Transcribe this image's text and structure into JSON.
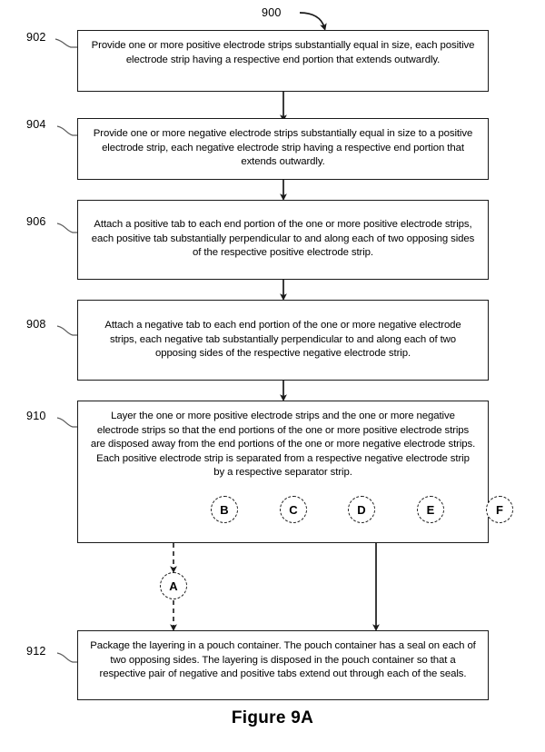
{
  "figure": {
    "diagram_number": "900",
    "caption": "Figure 9A"
  },
  "steps": [
    {
      "ref": "902",
      "text": "Provide one or more positive electrode strips substantially equal in size, each positive electrode strip having a respective end portion that extends outwardly."
    },
    {
      "ref": "904",
      "text": "Provide one or more negative electrode strips substantially equal in size to a positive electrode strip, each negative electrode strip having a respective end portion that extends outwardly."
    },
    {
      "ref": "906",
      "text": "Attach a positive tab to each end portion of the one or more positive electrode strips, each positive tab substantially perpendicular to and along each of two opposing sides of the respective positive electrode strip."
    },
    {
      "ref": "908",
      "text": "Attach a negative tab to each end portion of the one or more negative electrode strips, each negative tab substantially perpendicular to and along each of two opposing sides of the respective negative electrode strip."
    },
    {
      "ref": "910",
      "text": "Layer the one or more positive electrode strips and the one or more negative electrode strips so that the end portions of the one or more positive electrode strips are disposed away from the end portions of the one or more negative electrode strips.  Each positive electrode strip is separated from a respective negative electrode strip by a respective separator strip."
    },
    {
      "ref": "912",
      "text": "Package the layering in a pouch container.  The pouch container has a seal on each of two opposing sides.  The layering is disposed in the pouch container so that a respective pair of negative and positive tabs extend out through each of the seals."
    }
  ],
  "connectors_in_step_910": [
    {
      "label": "B"
    },
    {
      "label": "C"
    },
    {
      "label": "D"
    },
    {
      "label": "E"
    },
    {
      "label": "F"
    }
  ],
  "connector_a": {
    "label": "A"
  },
  "colors": {
    "line": "#1a1a1a",
    "background": "#ffffff"
  }
}
